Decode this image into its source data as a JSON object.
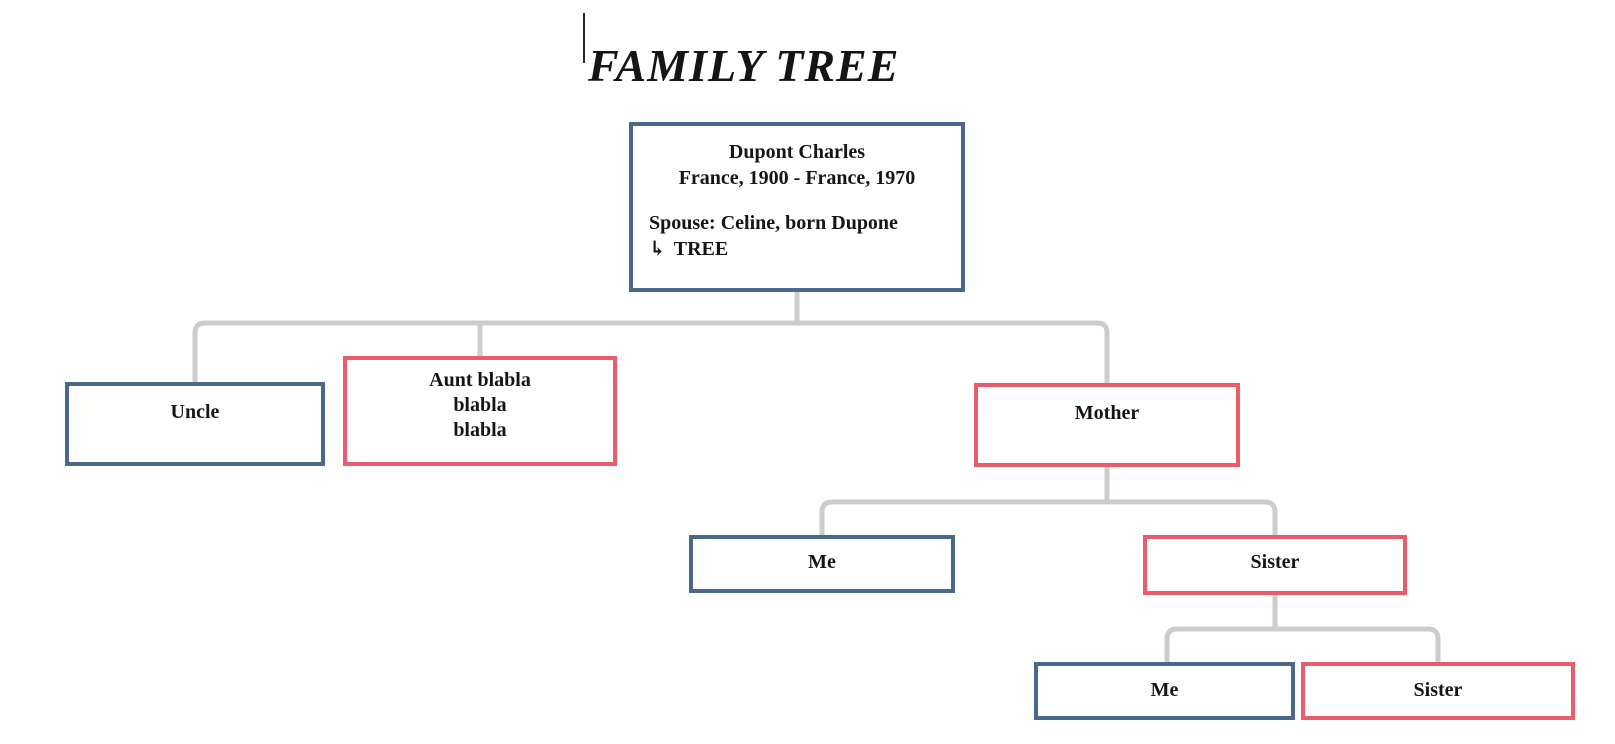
{
  "document": {
    "title": "FAMILY TREE"
  },
  "colors": {
    "blue_border": "#48698c",
    "red_border": "#ea5c6c",
    "connector_gray": "#cccccc",
    "text": "#151515"
  },
  "tree": {
    "root": {
      "name": "Dupont Charles",
      "lifespan": "France, 1900 - France, 1970",
      "spouse": "Spouse: Celine, born Dupone",
      "link_arrow": "↳",
      "link_text": "TREE"
    },
    "generation2": [
      {
        "id": "uncle",
        "label": "Uncle",
        "border": "blue"
      },
      {
        "id": "aunt",
        "label_lines": [
          "Aunt blabla",
          "blabla",
          "blabla"
        ],
        "border": "red"
      },
      {
        "id": "mother",
        "label": "Mother",
        "border": "red"
      }
    ],
    "generation3": [
      {
        "id": "me-1",
        "label": "Me",
        "border": "blue"
      },
      {
        "id": "sister-1",
        "label": "Sister",
        "border": "red"
      }
    ],
    "generation4": [
      {
        "id": "me-2",
        "label": "Me",
        "border": "blue"
      },
      {
        "id": "sister-2",
        "label": "Sister",
        "border": "red"
      }
    ]
  }
}
